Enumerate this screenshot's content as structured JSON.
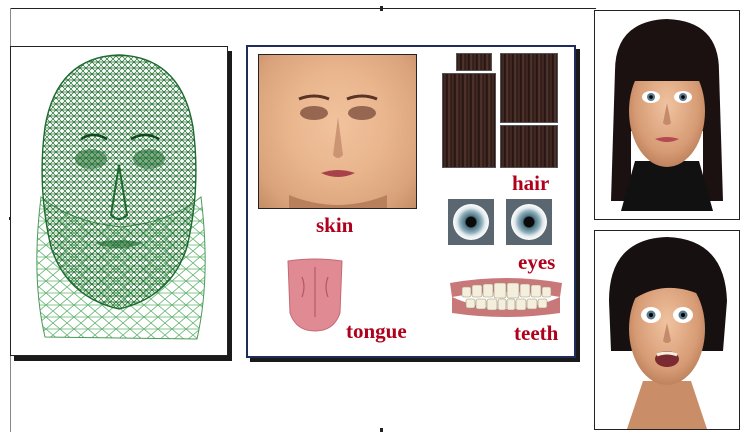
{
  "labels": {
    "skin": "skin",
    "hair": "hair",
    "eyes": "eyes",
    "tongue": "tongue",
    "teeth": "teeth"
  },
  "icons": {
    "wireframe": "wireframe-head-icon",
    "skin": "skin-texture-icon",
    "hair": "hair-texture-icon",
    "eyes": "eye-texture-icon",
    "tongue": "tongue-texture-icon",
    "teeth": "teeth-texture-icon",
    "render_top": "rendered-head-bangs-icon",
    "render_bottom": "rendered-head-bob-icon"
  },
  "colors": {
    "label": "#b0001c",
    "wire_dark": "#1e6b2e",
    "wire_light": "#5fb36c",
    "panel_border": "#1f2d5c"
  }
}
